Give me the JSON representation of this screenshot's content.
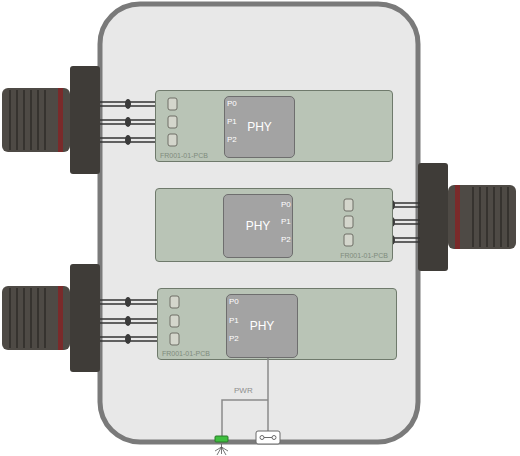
{
  "diagram": {
    "nodes": [
      {
        "text": [
          "FR001-01-PCB"
        ]
      },
      {
        "text": [
          "PHY"
        ],
        "in": 0
      },
      {
        "text": [
          "FR001-01-PCB"
        ]
      },
      {
        "text": [
          "PHY"
        ],
        "in": 2
      },
      {
        "text": [
          "FR001-01-PCB"
        ]
      },
      {
        "text": [
          "PHY"
        ],
        "in": 4
      }
    ],
    "labels": [
      "P0",
      "P1",
      "P2",
      "P0",
      "P1",
      "P2",
      "P0",
      "P1",
      "P2",
      "PWR"
    ]
  }
}
